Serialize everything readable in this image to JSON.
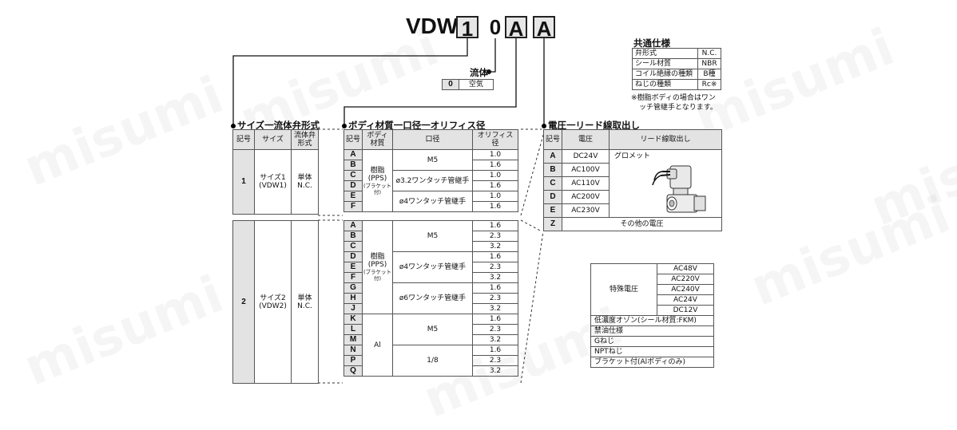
{
  "watermark": "misumi",
  "model_code": {
    "prefix": "VDW",
    "size": "1",
    "fluid": "0",
    "body": "A",
    "voltage": "A"
  },
  "fluid": {
    "title": "流体",
    "code": "0",
    "value": "空気"
  },
  "common_spec": {
    "title": "共通仕様",
    "rows": [
      {
        "label": "弁形式",
        "value": "N.C."
      },
      {
        "label": "シール材質",
        "value": "NBR"
      },
      {
        "label": "コイル絶縁の種類",
        "value": "B種"
      },
      {
        "label": "ねじの種類",
        "value": "Rc※"
      }
    ],
    "note_line1": "※樹脂ボディの場合はワン",
    "note_line2": "ッチ管継手となります。"
  },
  "size_table": {
    "title": "サイズ一流体弁形式",
    "headers": [
      "記号",
      "サイズ",
      "流体弁",
      "形式"
    ],
    "rows": [
      {
        "code": "1",
        "size1": "サイズ1",
        "size2": "(VDW1)",
        "t1": "単体",
        "t2": "N.C."
      },
      {
        "code": "2",
        "size1": "サイズ2",
        "size2": "(VDW2)",
        "t1": "単体",
        "t2": "N.C."
      }
    ]
  },
  "body_table": {
    "title": "ボディ材質一口径一オリフィス径",
    "headers": {
      "code": "記号",
      "body1": "ボディ",
      "body2": "材質",
      "port": "口径",
      "orifice1": "オリフィス",
      "orifice2": "径"
    },
    "group1": {
      "codes": [
        "A",
        "B",
        "C",
        "D",
        "E",
        "F"
      ],
      "material1": "樹脂",
      "material2": "(PPS)",
      "material3": "(ブラケット付)",
      "ports": [
        "M5",
        "ø3.2ワンタッチ管継手",
        "ø4ワンタッチ管継手"
      ],
      "orifices": [
        "1.0",
        "1.6",
        "1.0",
        "1.6",
        "1.0",
        "1.6"
      ]
    },
    "group2": {
      "codes": [
        "A",
        "B",
        "C",
        "D",
        "E",
        "F",
        "G",
        "H",
        "J",
        "K",
        "L",
        "M",
        "N",
        "P",
        "Q"
      ],
      "material1": "樹脂",
      "material2": "(PPS)",
      "material3": "(ブラケット付)",
      "material_al": "Al",
      "ports": [
        "M5",
        "ø4ワンタッチ管継手",
        "ø6ワンタッチ管継手",
        "M5",
        "1/8"
      ],
      "orifices": [
        "1.6",
        "2.3",
        "3.2",
        "1.6",
        "2.3",
        "3.2",
        "1.6",
        "2.3",
        "3.2",
        "1.6",
        "2.3",
        "3.2",
        "1.6",
        "2.3",
        "3.2"
      ]
    }
  },
  "voltage_table": {
    "title": "電圧一リード線取出し",
    "headers": [
      "記号",
      "電圧",
      "リード線取出し"
    ],
    "rows": [
      {
        "code": "A",
        "v": "DC24V"
      },
      {
        "code": "B",
        "v": "AC100V"
      },
      {
        "code": "C",
        "v": "AC110V"
      },
      {
        "code": "D",
        "v": "AC200V"
      },
      {
        "code": "E",
        "v": "AC230V"
      }
    ],
    "lead": "グロメット",
    "other_code": "Z",
    "other": "その他の電圧"
  },
  "special_table": {
    "label": "特殊電圧",
    "voltages": [
      "AC48V",
      "AC220V",
      "AC240V",
      "AC24V",
      "DC12V"
    ],
    "options": [
      "低濃度オゾン(シール材質:FKM)",
      "禁油仕様",
      "Gねじ",
      "NPTねじ",
      "ブラケット付(Alボディのみ)"
    ]
  }
}
